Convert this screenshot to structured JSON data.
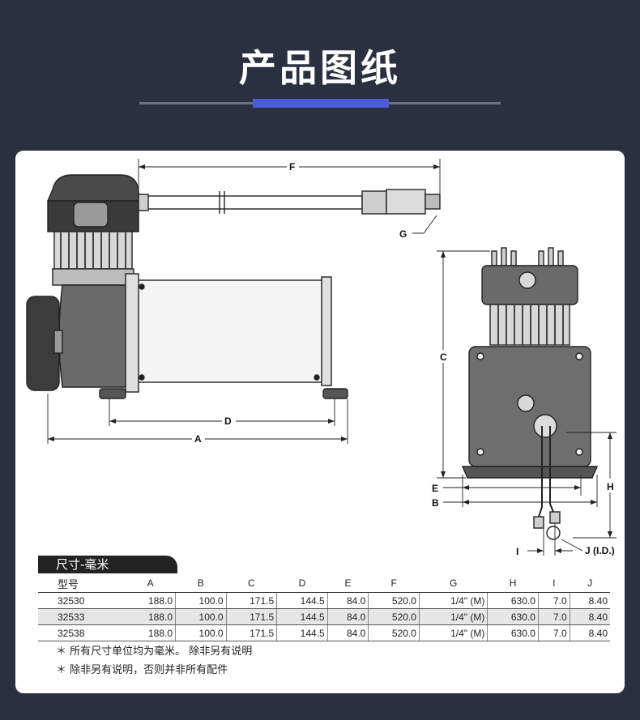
{
  "page": {
    "title": "产品图纸"
  },
  "drawing": {
    "labels": {
      "F": "F",
      "G": "G",
      "D": "D",
      "A": "A",
      "C": "C",
      "E": "E",
      "B": "B",
      "H": "H",
      "I": "I",
      "J": "J (I.D.)"
    }
  },
  "table": {
    "tab_label": "尺寸-毫米",
    "headers": [
      "型号",
      "A",
      "B",
      "C",
      "D",
      "E",
      "F",
      "G",
      "H",
      "I",
      "J"
    ],
    "rows": [
      [
        "32530",
        "188.0",
        "100.0",
        "171.5",
        "144.5",
        "84.0",
        "520.0",
        "1/4\" (M)",
        "630.0",
        "7.0",
        "8.40"
      ],
      [
        "32533",
        "188.0",
        "100.0",
        "171.5",
        "144.5",
        "84.0",
        "520.0",
        "1/4\" (M)",
        "630.0",
        "7.0",
        "8.40"
      ],
      [
        "32538",
        "188.0",
        "100.0",
        "171.5",
        "144.5",
        "84.0",
        "520.0",
        "1/4\" (M)",
        "630.0",
        "7.0",
        "8.40"
      ]
    ]
  },
  "notes": [
    "＊ 所有尺寸单位均为毫米。 除非另有说明",
    "＊ 除非另有说明，否则并非所有配件"
  ]
}
